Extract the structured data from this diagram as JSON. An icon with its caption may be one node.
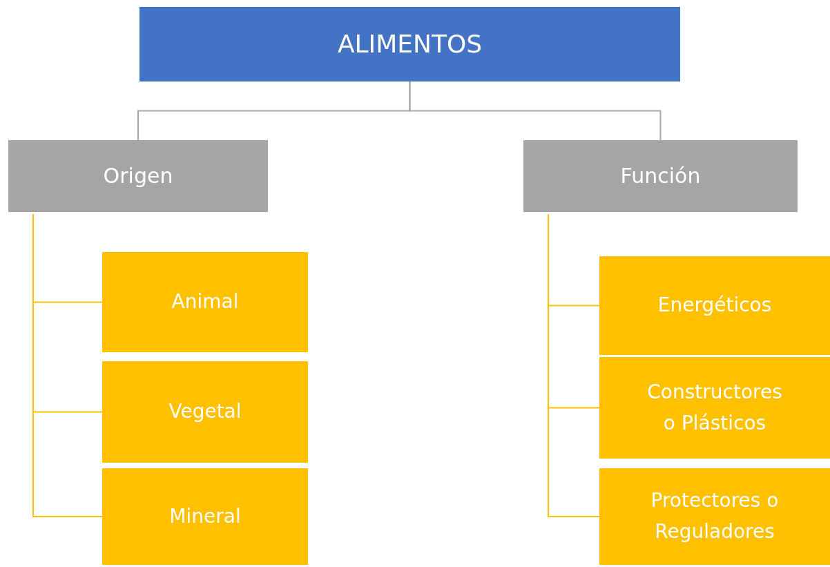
{
  "diagram": {
    "nodes": [
      {
        "text": [
          "ALIMENTOS"
        ]
      },
      {
        "text": [
          "Origen"
        ]
      },
      {
        "text": [
          "Función"
        ]
      },
      {
        "text": [
          "Animal"
        ]
      },
      {
        "text": [
          "Vegetal"
        ]
      },
      {
        "text": [
          "Mineral"
        ]
      },
      {
        "text": [
          "Energéticos"
        ]
      },
      {
        "text": [
          "Constructores o Plásticos"
        ]
      },
      {
        "text": [
          "Protectores o Reguladores"
        ]
      }
    ],
    "edges": [
      {
        "from": 0,
        "to": 1,
        "arrow": "none",
        "color": "#a5a5a5"
      },
      {
        "from": 0,
        "to": 2,
        "arrow": "none",
        "color": "#a5a5a5"
      },
      {
        "from": 1,
        "to": 3,
        "arrow": "none"
      },
      {
        "from": 1,
        "to": 4,
        "arrow": "none"
      },
      {
        "from": 1,
        "to": 5,
        "arrow": "none"
      },
      {
        "from": 2,
        "to": 6,
        "arrow": "none"
      },
      {
        "from": 2,
        "to": 7,
        "arrow": "none"
      },
      {
        "from": 2,
        "to": 8,
        "arrow": "none"
      }
    ]
  }
}
